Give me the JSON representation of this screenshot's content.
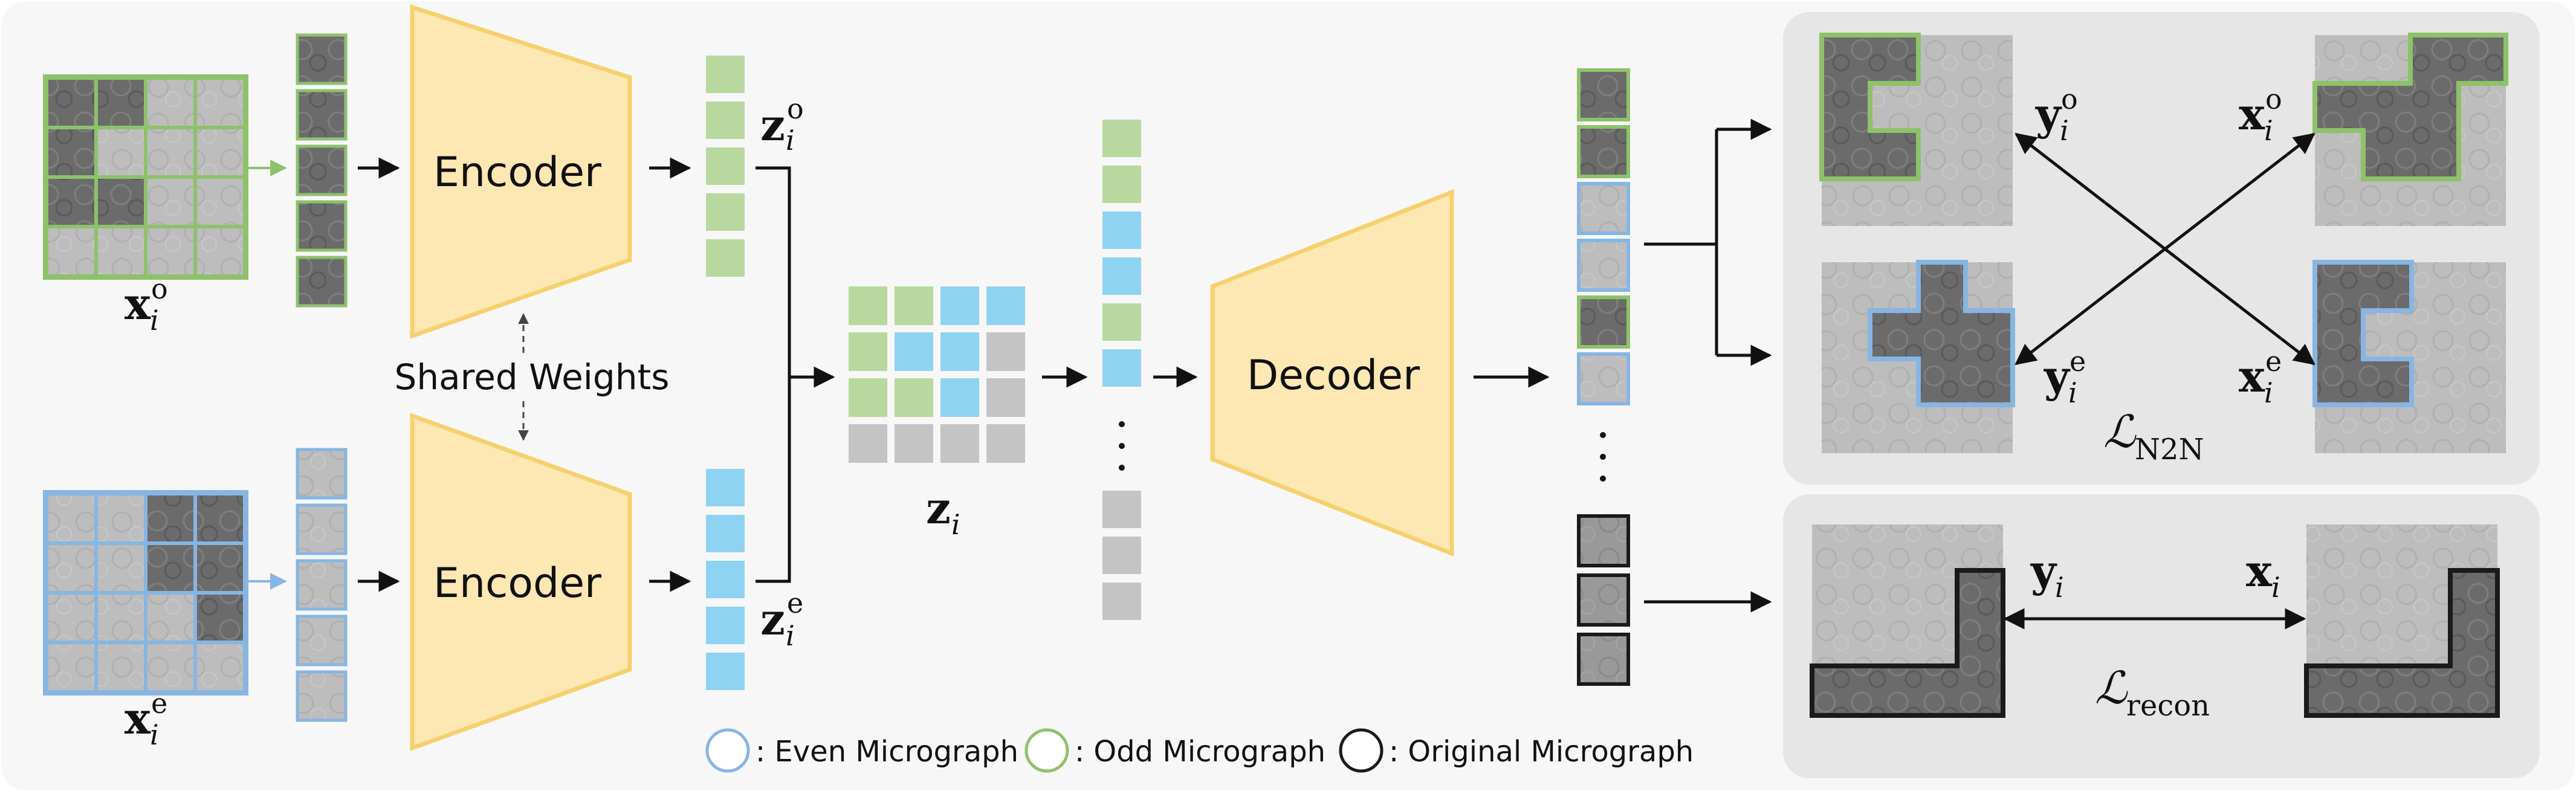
{
  "labels": {
    "encoder_top": "Encoder",
    "encoder_bottom": "Encoder",
    "decoder": "Decoder",
    "shared_weights": "Shared Weights"
  },
  "math": {
    "x": "x",
    "y": "y",
    "z": "z",
    "i": "i",
    "o": "o",
    "e": "e",
    "L": "ℒ",
    "n2n": "N2N",
    "recon": "recon"
  },
  "legend": {
    "even": ": Even Micrograph",
    "odd": ": Odd Micrograph",
    "original": ": Original Micrograph"
  },
  "colors": {
    "panel": "#f7f7f7",
    "loss_panel": "#e6e6e6",
    "encoder_fill": "#fde7b3",
    "encoder_stroke": "#f7d06e",
    "odd": "#8dc26b",
    "odd_token": "#b9d89f",
    "even": "#86b6e2",
    "even_token": "#8fd3f2",
    "empty_token": "#c4c4c4",
    "original": "#1a1a1a",
    "micrograph_dark": "#6b6b6b",
    "micrograph_light": "#bdbdbd"
  }
}
